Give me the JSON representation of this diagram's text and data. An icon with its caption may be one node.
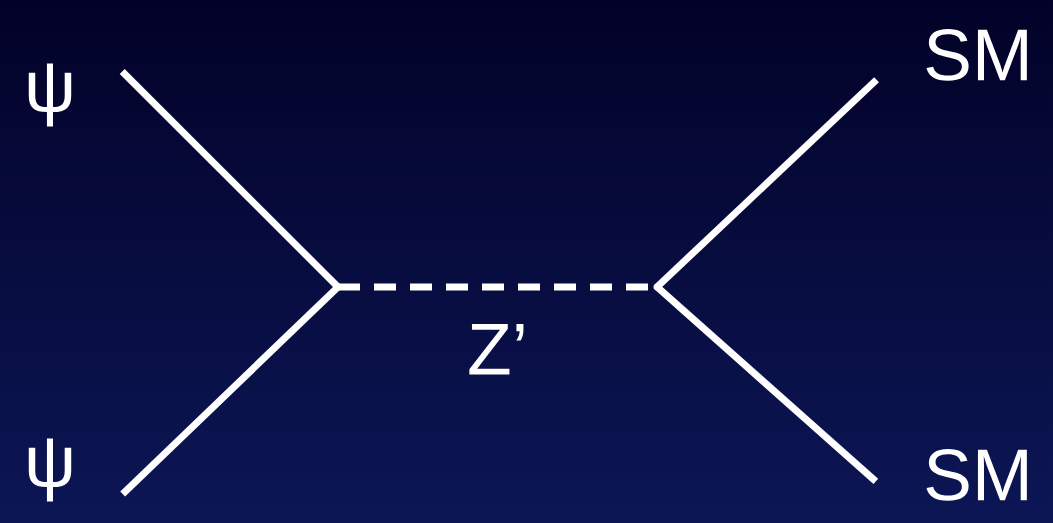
{
  "diagram": {
    "nodes": [
      {
        "text": [
          "ψ"
        ]
      },
      {
        "text": [
          "ψ"
        ]
      },
      {
        "text": [
          "SM"
        ]
      },
      {
        "text": [
          "SM"
        ]
      },
      {
        "text": [],
        "shape": "point"
      },
      {
        "text": [],
        "shape": "point"
      }
    ],
    "edges": [
      {
        "from": 0,
        "to": 4,
        "arrow": "none"
      },
      {
        "from": 1,
        "to": 4,
        "arrow": "none"
      },
      {
        "from": 4,
        "to": 5,
        "arrow": "none",
        "style": "dashed",
        "label": "Z’"
      },
      {
        "from": 5,
        "to": 2,
        "arrow": "none"
      },
      {
        "from": 5,
        "to": 3,
        "arrow": "none"
      }
    ]
  }
}
